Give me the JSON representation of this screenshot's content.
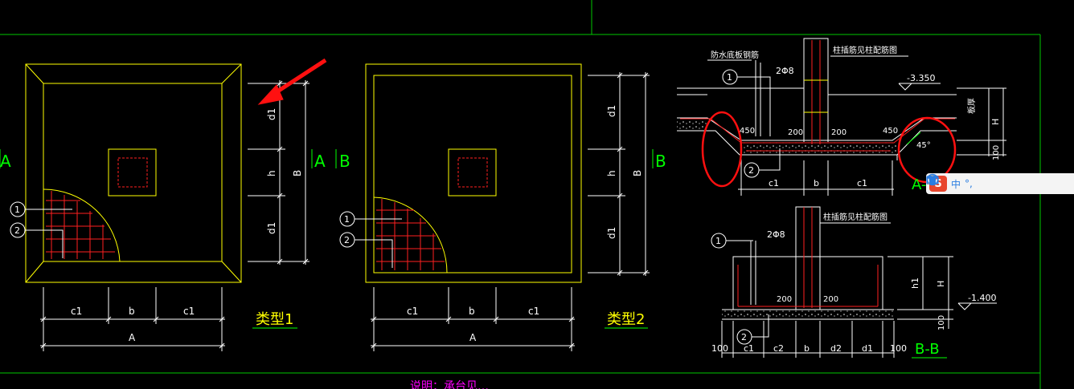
{
  "colors": {
    "frame": "#00c800",
    "outline": "#ffff00",
    "rebar": "#ff2020",
    "dim": "#ffffff",
    "label": "#00ff00",
    "highlight": "#ff1010",
    "note": "#ff00ff"
  },
  "plan1": {
    "sec_left": "A",
    "sec_right": "A",
    "dim_d1_top": "d1",
    "dim_h": "h",
    "dim_d1_bot": "d1",
    "dim_B": "B",
    "dim_c1_left": "c1",
    "dim_b": "b",
    "dim_c1_right": "c1",
    "dim_A": "A",
    "callout1": "1",
    "callout2": "2",
    "type_label": "类型1"
  },
  "plan2": {
    "sec_left": "B",
    "sec_right": "B",
    "dim_d1_top": "d1",
    "dim_h": "h",
    "dim_d1_bot": "d1",
    "dim_B": "B",
    "dim_c1_left": "c1",
    "dim_b": "b",
    "dim_c1_right": "c1",
    "dim_A": "A",
    "callout1": "1",
    "callout2": "2",
    "type_label": "类型2"
  },
  "secA": {
    "title_left": "防水底板钢筋",
    "title_right": "柱插筋见柱配筋图",
    "rebar": "2Φ8",
    "elev": "-3.350",
    "thickness": "板厚",
    "dim_450_left": "450",
    "dim_200_left": "200",
    "dim_200_right": "200",
    "dim_450_right": "450",
    "angle": "45°",
    "dim_H": "H",
    "dim_100": "100",
    "dim_c1_left": "c1",
    "dim_b": "b",
    "dim_c1_right": "c1",
    "callout1": "1",
    "callout2": "2",
    "label": "A-A"
  },
  "secB": {
    "title": "柱插筋见柱配筋图",
    "rebar": "2Φ8",
    "elev": "-1.400",
    "dim_200_left": "200",
    "dim_200_right": "200",
    "dim_h1": "h1",
    "dim_H": "H",
    "dim_100": "100",
    "bottom_dims": [
      "100",
      "c1",
      "c2",
      "b",
      "d2",
      "d1",
      "100"
    ],
    "callout1": "1",
    "callout2": "2",
    "label": "B-B"
  },
  "bottom_note": "说明：承台见…",
  "ime": {
    "logo": "S",
    "lang": "中",
    "punct": "°,",
    "icons": [
      "smile-icon",
      "mic-icon",
      "keyboard-icon",
      "user-icon",
      "shirt-icon"
    ]
  }
}
